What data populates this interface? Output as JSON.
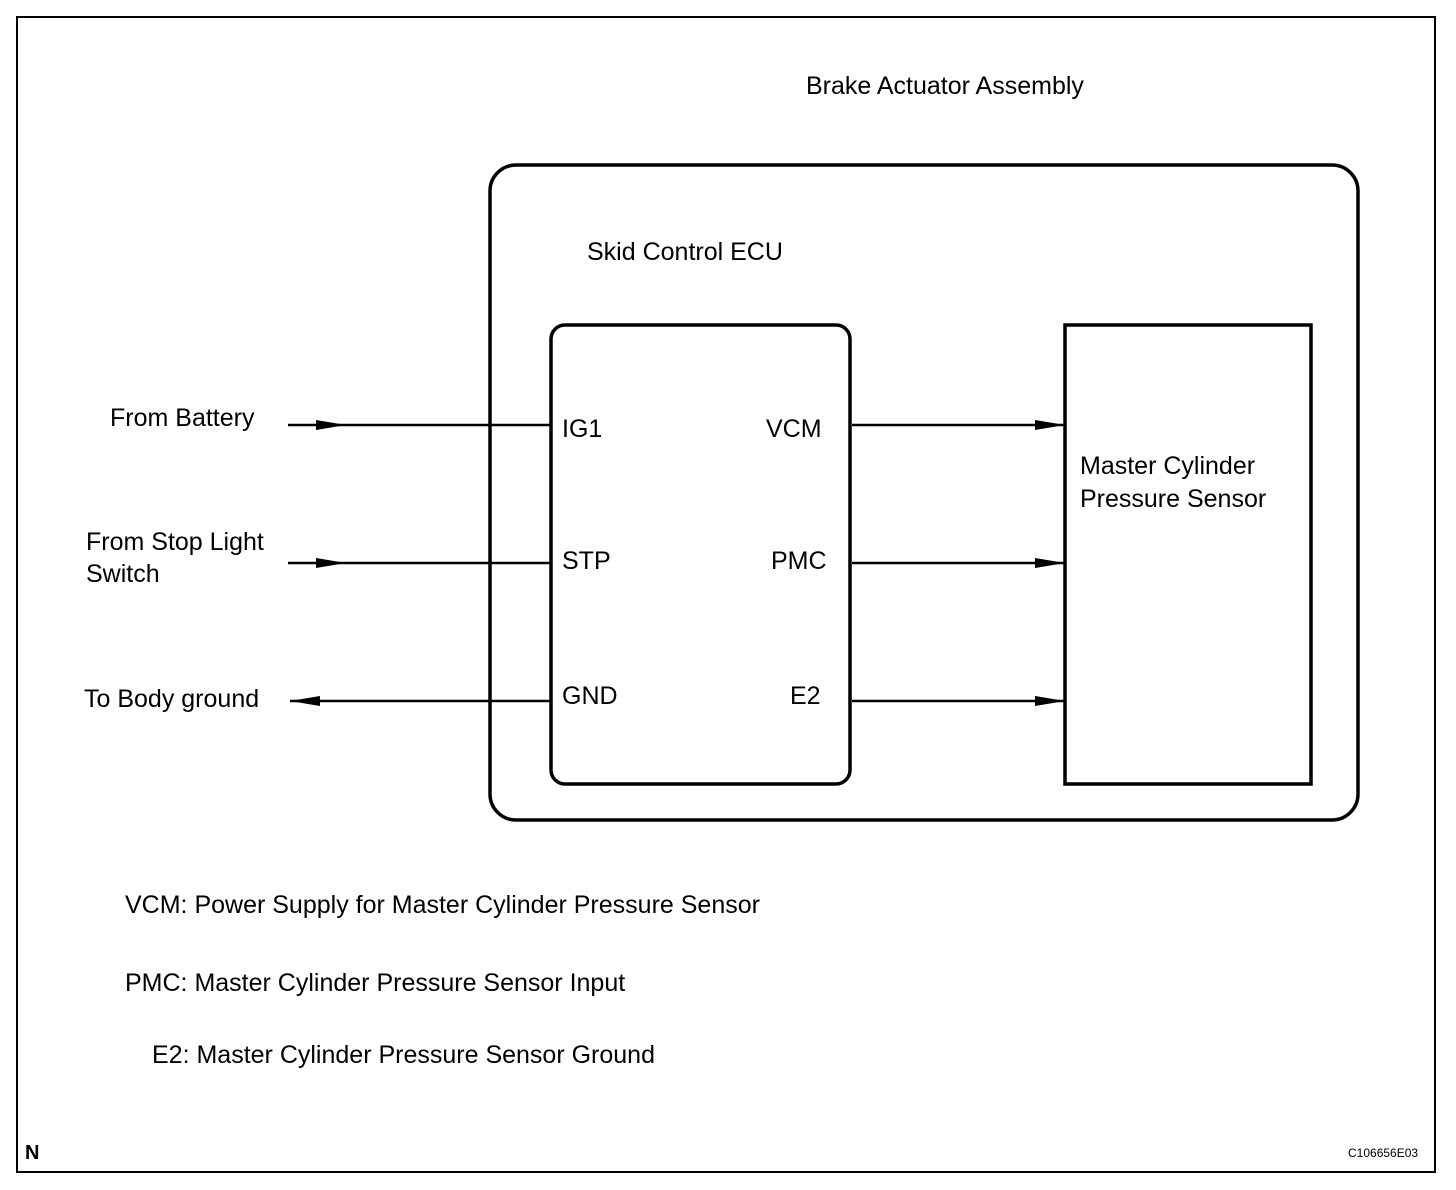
{
  "title": "Brake Actuator Assembly",
  "ecu": {
    "label": "Skid Control ECU",
    "left_pins": [
      "IG1",
      "STP",
      "GND"
    ],
    "right_pins": [
      "VCM",
      "PMC",
      "E2"
    ]
  },
  "sensor": {
    "label_line1": "Master Cylinder",
    "label_line2": "Pressure Sensor"
  },
  "external": {
    "battery": "From Battery",
    "stop_light_line1": "From Stop Light",
    "stop_light_line2": "Switch",
    "ground": "To Body ground"
  },
  "legend": [
    "VCM: Power Supply for Master Cylinder Pressure Sensor",
    "PMC: Master Cylinder Pressure Sensor Input",
    "E2: Master Cylinder Pressure Sensor Ground"
  ],
  "corner_mark": "N",
  "figure_id": "C106656E03"
}
